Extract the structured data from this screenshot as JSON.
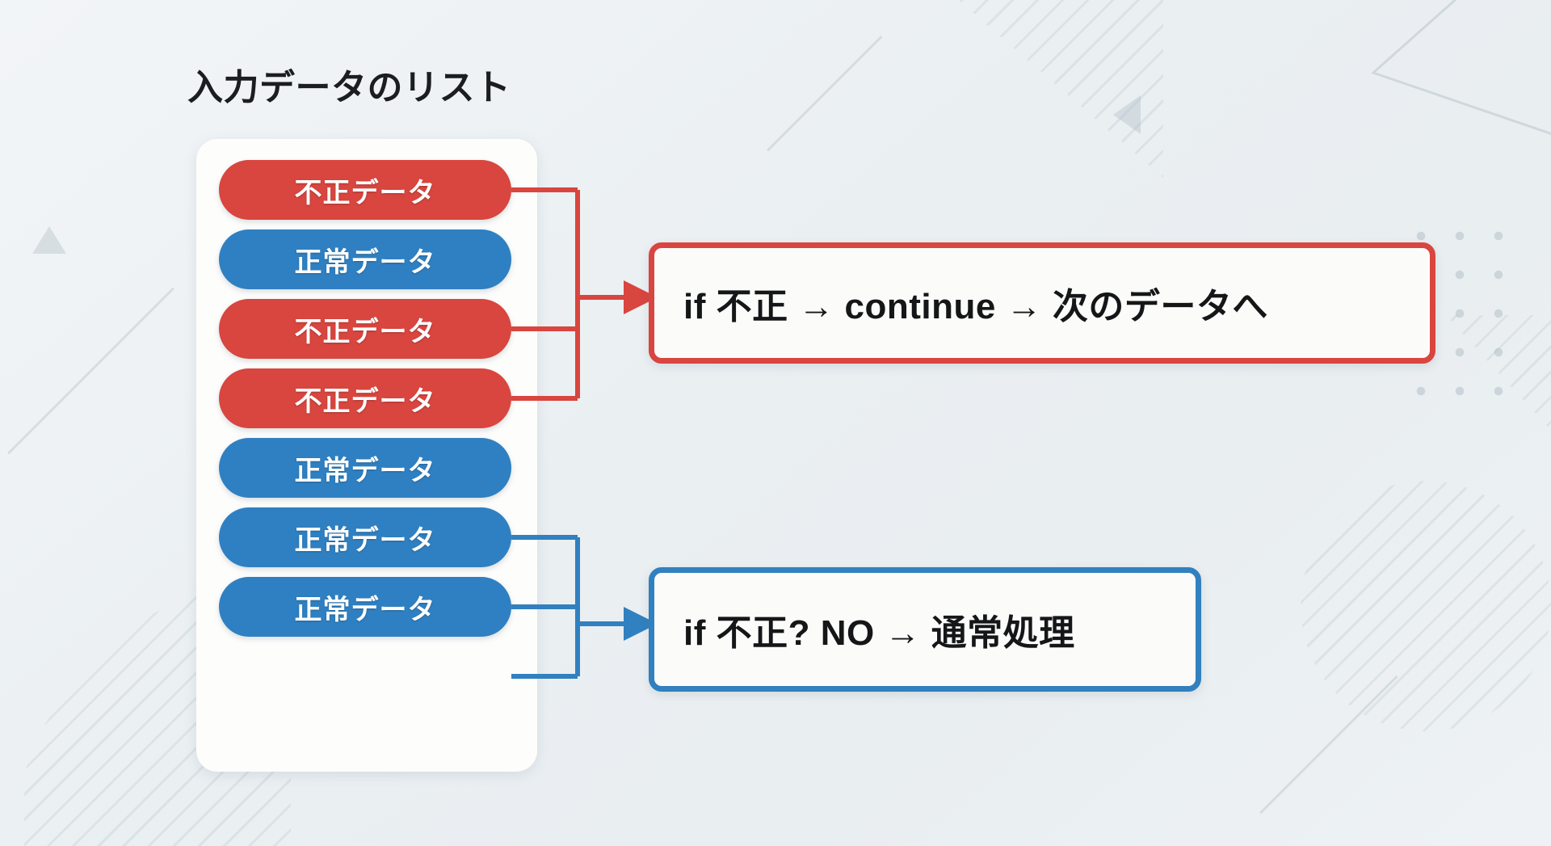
{
  "colors": {
    "invalid": "#d9453f",
    "valid": "#2f80c2",
    "panel_bg": "#fdfdfc",
    "page_bg": "#eef2f4",
    "text": "#141618"
  },
  "title": {
    "label": "入力データのリスト"
  },
  "list_panel": {
    "name": "入力データのリスト",
    "items": [
      {
        "label": "不正データ",
        "kind": "invalid"
      },
      {
        "label": "正常データ",
        "kind": "valid"
      },
      {
        "label": "不正データ",
        "kind": "invalid"
      },
      {
        "label": "不正データ",
        "kind": "invalid"
      },
      {
        "label": "正常データ",
        "kind": "valid"
      },
      {
        "label": "正常データ",
        "kind": "valid"
      },
      {
        "label": "正常データ",
        "kind": "valid"
      }
    ]
  },
  "callouts": {
    "invalid": {
      "text": "if 不正 → continue → 次のデータへ",
      "border_color": "#d9453f"
    },
    "valid": {
      "text": "if 不正? NO → 通常処理",
      "border_color": "#3180bf"
    }
  },
  "decorations": [
    {
      "name": "hatch-triangle-top-center"
    },
    {
      "name": "hatch-quarter-circle-bottom-left"
    },
    {
      "name": "hatch-circle-bottom-right"
    },
    {
      "name": "hatch-corner-right-middle"
    },
    {
      "name": "diagonal-line-left"
    },
    {
      "name": "diagonal-line-top-center"
    },
    {
      "name": "diagonal-line-bottom-right"
    },
    {
      "name": "triangle-up-left"
    },
    {
      "name": "triangle-left-top-center"
    },
    {
      "name": "triangle-outline-top-right"
    },
    {
      "name": "dot-grid-right"
    }
  ]
}
